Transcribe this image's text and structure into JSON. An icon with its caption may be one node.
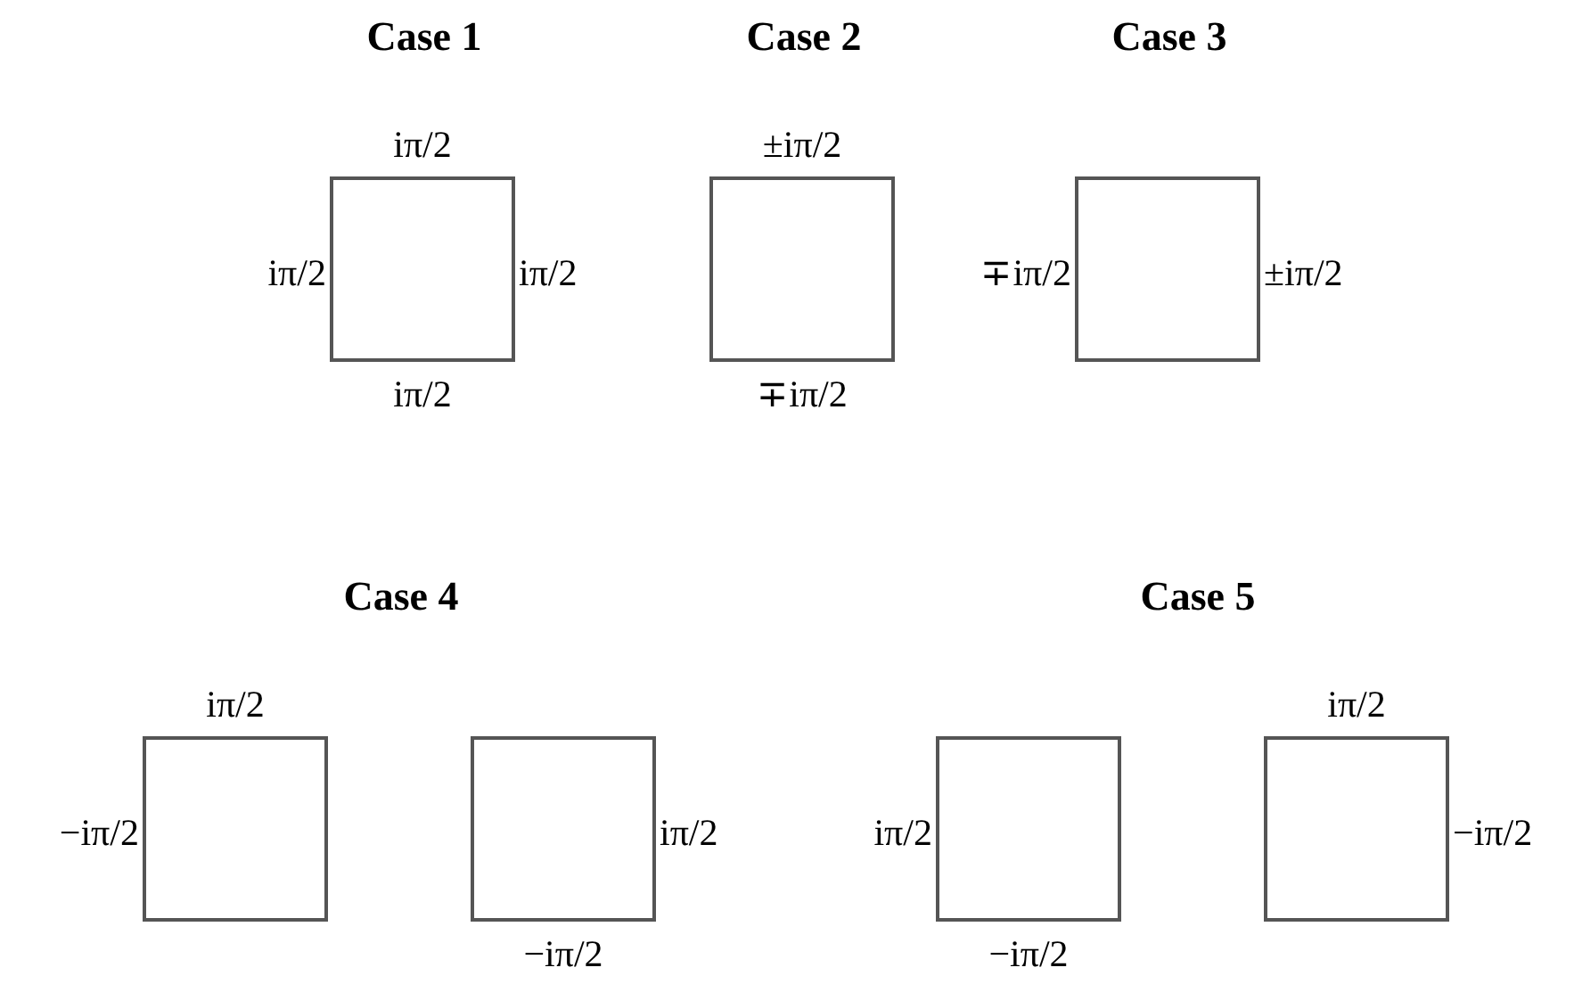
{
  "diagram": {
    "nodes": [
      {
        "text": [],
        "shape": "box",
        "beside": [
          "iπ/2",
          "iπ/2",
          "iπ/2",
          "iπ/2"
        ]
      },
      {
        "text": [],
        "shape": "box",
        "beside": [
          "±iπ/2",
          "∓iπ/2"
        ]
      },
      {
        "text": [],
        "shape": "box",
        "beside": [
          "∓iπ/2",
          "±iπ/2"
        ]
      },
      {
        "text": [],
        "shape": "box",
        "beside": [
          "iπ/2",
          "−iπ/2"
        ]
      },
      {
        "text": [],
        "shape": "box",
        "beside": [
          "iπ/2",
          "−iπ/2"
        ]
      },
      {
        "text": [],
        "shape": "box",
        "beside": [
          "iπ/2",
          "−iπ/2"
        ]
      },
      {
        "text": [],
        "shape": "box",
        "beside": [
          "iπ/2",
          "−iπ/2"
        ]
      }
    ],
    "edges": [],
    "labels": [
      "Case 1",
      "Case 2",
      "Case 3",
      "Case 4",
      "Case 5"
    ]
  }
}
